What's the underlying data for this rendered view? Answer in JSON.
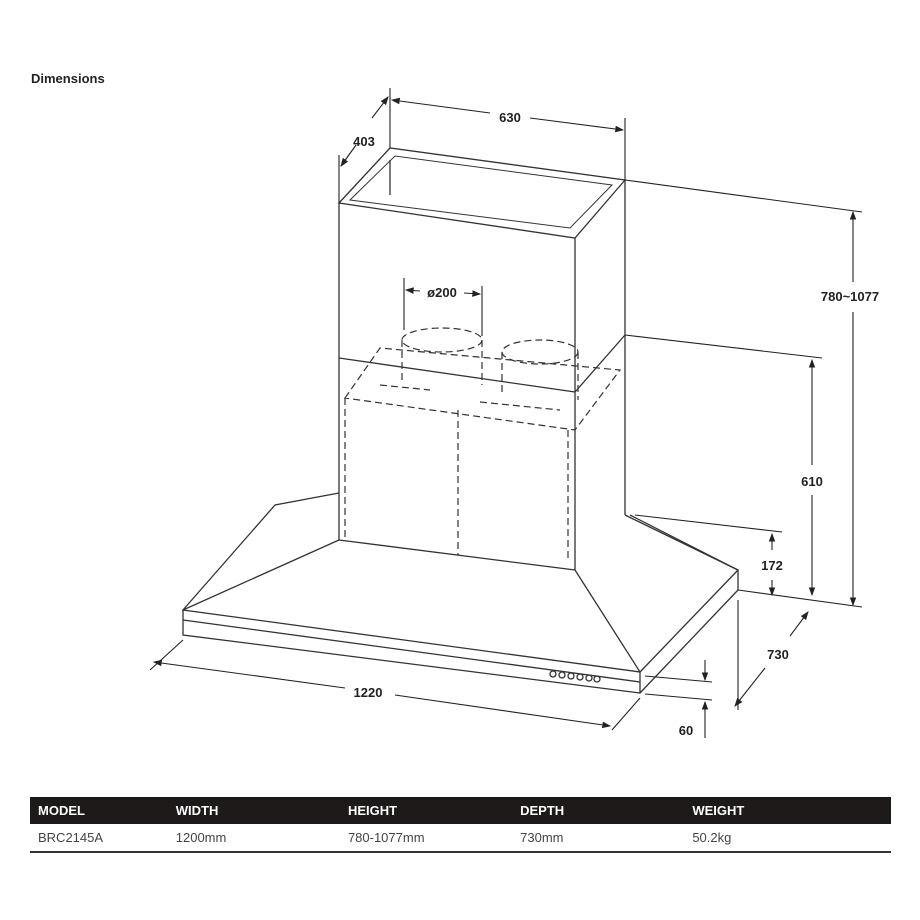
{
  "heading": "Dimensions",
  "dimensions": {
    "chimney_width": "630",
    "chimney_depth": "403",
    "duct_diameter": "ø200",
    "total_height": "780~1077",
    "chimney_height": "610",
    "canopy_height": "172",
    "depth": "730",
    "width": "1220",
    "front_height": "60"
  },
  "table": {
    "headers": [
      "MODEL",
      "WIDTH",
      "HEIGHT",
      "DEPTH",
      "WEIGHT"
    ],
    "rows": [
      [
        "BRC2145A",
        "1200mm",
        "780-1077mm",
        "730mm",
        "50.2kg"
      ]
    ]
  }
}
